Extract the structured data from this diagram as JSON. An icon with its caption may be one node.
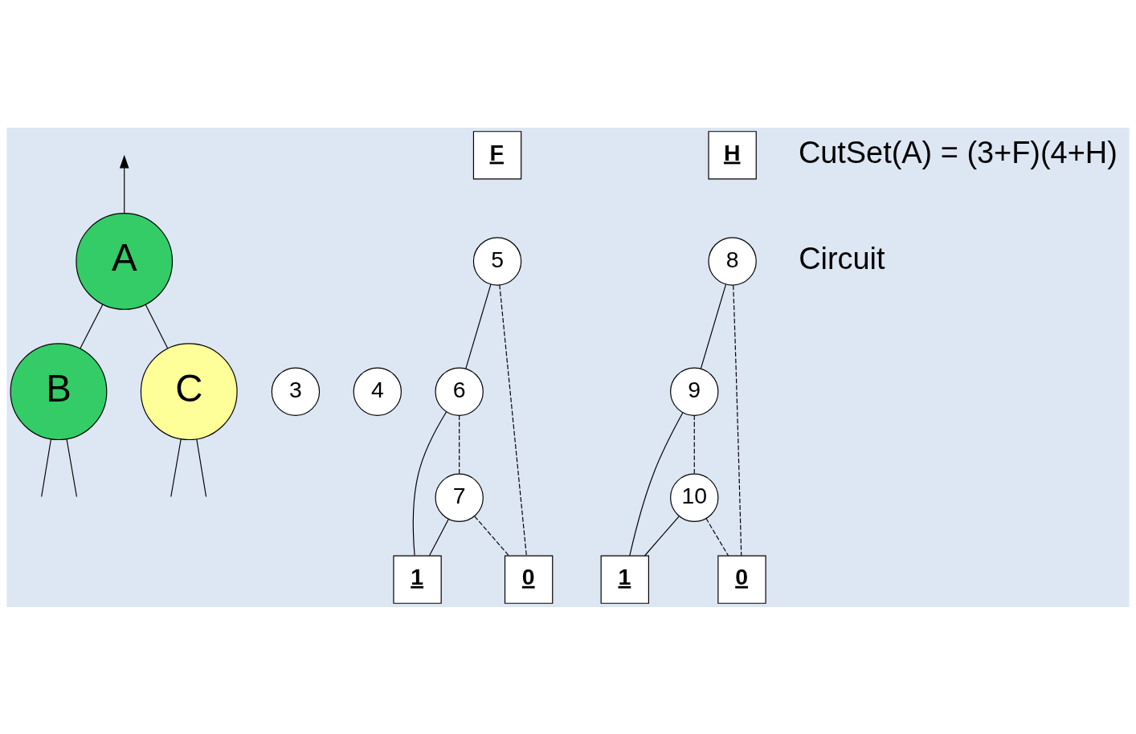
{
  "diagram": {
    "nodes": [
      {
        "text": [
          "A"
        ]
      },
      {
        "text": [
          "B"
        ]
      },
      {
        "text": [
          "3"
        ]
      },
      {
        "text": [
          "C"
        ]
      },
      {
        "text": [
          "4"
        ]
      },
      {
        "text": [
          "F"
        ]
      },
      {
        "text": [
          "5"
        ]
      },
      {
        "text": [
          "6"
        ]
      },
      {
        "text": [
          "7"
        ]
      },
      {
        "text": [
          "0"
        ]
      },
      {
        "text": [
          "1"
        ]
      },
      {
        "text": [
          "H"
        ]
      },
      {
        "text": [
          "8"
        ]
      },
      {
        "text": [
          "9"
        ]
      },
      {
        "text": [
          "10"
        ]
      },
      {
        "text": [
          "0"
        ]
      },
      {
        "text": [
          "1"
        ]
      }
    ],
    "edges": [
      {
        "from": 0,
        "to": null,
        "arrow": "to"
      },
      {
        "from": 0,
        "to": 1,
        "arrow": "none"
      },
      {
        "from": 0,
        "to": 3,
        "arrow": "none"
      },
      {
        "from": 1,
        "to": null,
        "arrow": "none"
      },
      {
        "from": 1,
        "to": null,
        "arrow": "none"
      },
      {
        "from": 3,
        "to": null,
        "arrow": "none"
      },
      {
        "from": 3,
        "to": null,
        "arrow": "none"
      },
      {
        "from": 6,
        "to": 7,
        "arrow": "none"
      },
      {
        "from": 6,
        "to": 9,
        "arrow": "none",
        "style": "dashed"
      },
      {
        "from": 7,
        "to": 8,
        "arrow": "none",
        "style": "dashed"
      },
      {
        "from": 7,
        "to": 10,
        "arrow": "none"
      },
      {
        "from": 8,
        "to": 9,
        "arrow": "none",
        "style": "dashed"
      },
      {
        "from": 8,
        "to": 10,
        "arrow": "none"
      },
      {
        "from": 12,
        "to": 13,
        "arrow": "none"
      },
      {
        "from": 12,
        "to": 15,
        "arrow": "none",
        "style": "dashed"
      },
      {
        "from": 13,
        "to": 14,
        "arrow": "none",
        "style": "dashed"
      },
      {
        "from": 13,
        "to": 16,
        "arrow": "none"
      },
      {
        "from": 14,
        "to": 15,
        "arrow": "none",
        "style": "dashed"
      },
      {
        "from": 14,
        "to": 16,
        "arrow": "none"
      }
    ],
    "labels": [
      "CutSet(A) = (3+F)(4+H)",
      "Circuit"
    ]
  }
}
